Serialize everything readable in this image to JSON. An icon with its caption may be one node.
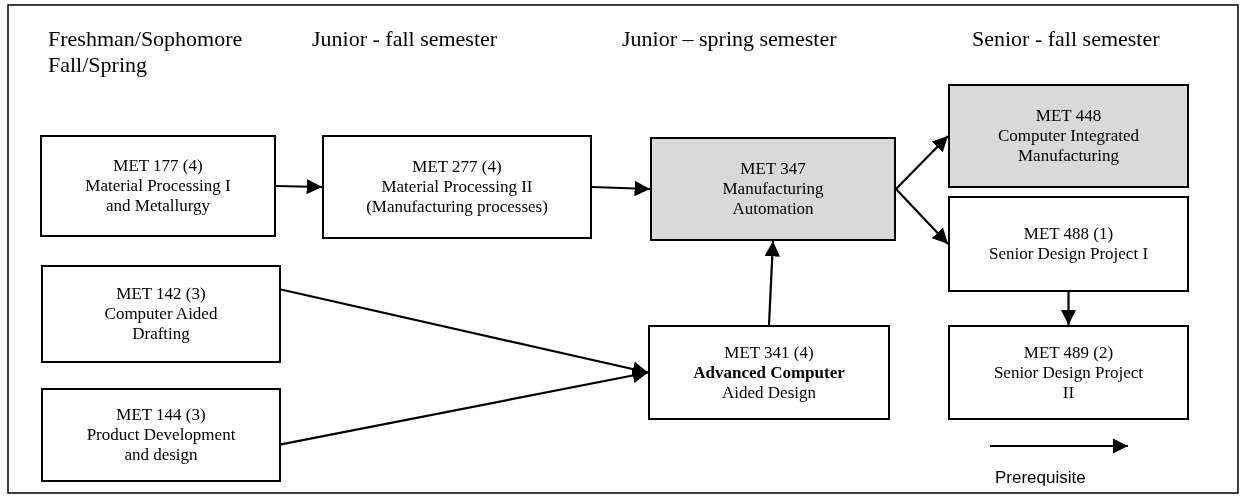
{
  "diagram": {
    "nodes": [
      {
        "text": [
          "MET 177 (4)",
          "Material Processing I and Metallurgy"
        ]
      },
      {
        "text": [
          "MET 277 (4)",
          "Material Processing II (Manufacturing processes)"
        ]
      },
      {
        "text": [
          "MET 347",
          "Manufacturing Automation"
        ]
      },
      {
        "text": [
          "MET 448",
          "Computer Integrated Manufacturing"
        ]
      },
      {
        "text": [
          "MET 488 (1)",
          "Senior Design Project I"
        ]
      },
      {
        "text": [
          "MET 142 (3)",
          "Computer Aided Drafting"
        ]
      },
      {
        "text": [
          "MET 144 (3)",
          "Product Development and design"
        ]
      },
      {
        "text": [
          "MET 341 (4)",
          "**Advanced Computer** Aided Design"
        ]
      },
      {
        "text": [
          "MET 489 (2)",
          "Senior Design Project II"
        ]
      }
    ],
    "edges": [
      {
        "from": 0,
        "to": 1,
        "arrow": "to"
      },
      {
        "from": 1,
        "to": 2,
        "arrow": "to"
      },
      {
        "from": 7,
        "to": 2,
        "arrow": "to"
      },
      {
        "from": 2,
        "to": 3,
        "arrow": "to"
      },
      {
        "from": 2,
        "to": 4,
        "arrow": "to"
      },
      {
        "from": 4,
        "to": 8,
        "arrow": "to"
      },
      {
        "from": 5,
        "to": 7,
        "arrow": "to"
      },
      {
        "from": 6,
        "to": 7,
        "arrow": "to"
      }
    ],
    "labels": [
      "Freshman/Sophomore Fall/Spring",
      "Junior - fall semester",
      "Junior – spring semester",
      "Senior - fall semester"
    ],
    "legend": [
      {
        "text": "Prerequisite"
      }
    ]
  }
}
